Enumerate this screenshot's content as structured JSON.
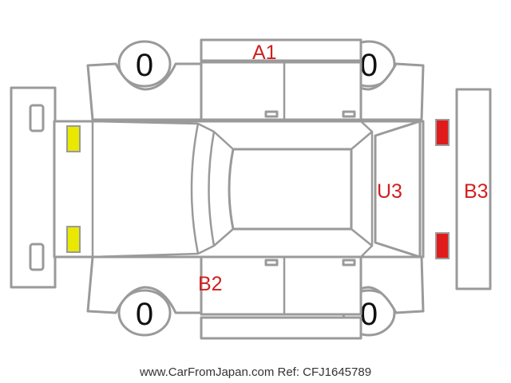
{
  "diagram": {
    "label_color": "#d21f1f",
    "minor_mark_color": "#e8e800",
    "major_mark_color": "#e01b1b",
    "labels": {
      "a1": "A1",
      "b2": "B2",
      "u3": "U3",
      "b3": "B3"
    },
    "tire_tread": {
      "front_left": "0",
      "front_right": "0",
      "rear_left": "0",
      "rear_right": "0"
    }
  },
  "footer": {
    "text": "www.CarFromJapan.com Ref: CFJ1645789"
  }
}
